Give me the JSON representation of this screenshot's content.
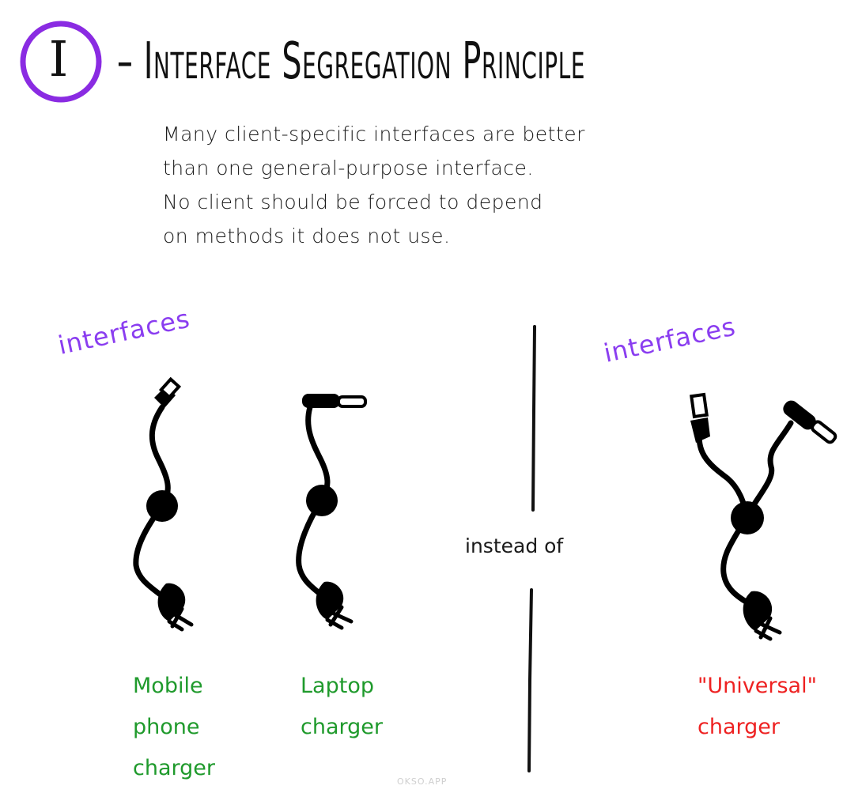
{
  "title": {
    "letter": "I",
    "text": "– Interface Segregation Principle",
    "circle_color": "#8a2be2"
  },
  "definition": {
    "lines": [
      "Many client-specific interfaces are better",
      "than one general-purpose interface.",
      "No client should be forced to depend",
      "on methods it does not use."
    ]
  },
  "left_section": {
    "label": "interfaces",
    "chargers": [
      {
        "caption_lines": [
          "Mobile",
          "phone",
          "charger"
        ],
        "connector": "usb"
      },
      {
        "caption_lines": [
          "Laptop",
          "charger"
        ],
        "connector": "barrel"
      }
    ]
  },
  "divider_label": "instead of",
  "right_section": {
    "label": "interfaces",
    "charger": {
      "caption_lines": [
        "\"Universal\"",
        "charger"
      ],
      "connectors": [
        "usb",
        "barrel"
      ]
    }
  },
  "footer": "OKSO.APP",
  "colors": {
    "label_purple": "#8a3df0",
    "caption_green": "#1f9a2c",
    "caption_red": "#ee2222",
    "ink": "#111111"
  }
}
